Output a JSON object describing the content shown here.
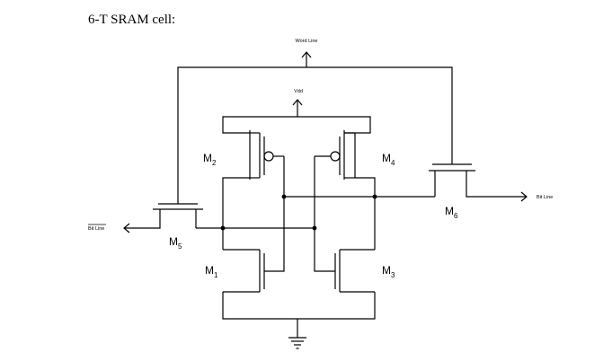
{
  "title": "6-T SRAM cell:",
  "labels": {
    "word_line": "Word Line",
    "vdd": "Vdd",
    "bit_line": "Bit Line",
    "bit_line_bar": "Bit Line"
  },
  "transistors": [
    {
      "name": "M",
      "sub": "1"
    },
    {
      "name": "M",
      "sub": "2"
    },
    {
      "name": "M",
      "sub": "3"
    },
    {
      "name": "M",
      "sub": "4"
    },
    {
      "name": "M",
      "sub": "5"
    },
    {
      "name": "M",
      "sub": "6"
    }
  ]
}
